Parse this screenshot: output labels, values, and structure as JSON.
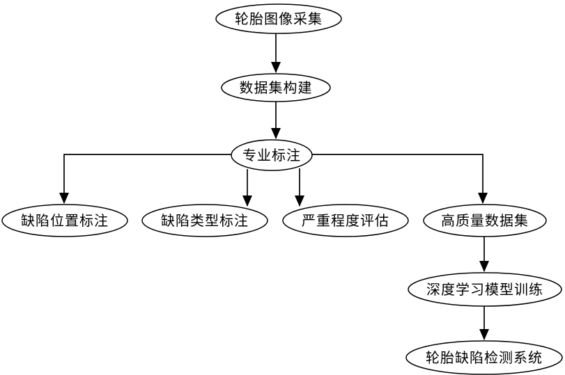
{
  "diagram": {
    "type": "flowchart",
    "nodes": [
      {
        "id": "tire-image-acquisition",
        "label": "轮胎图像采集"
      },
      {
        "id": "dataset-construction",
        "label": "数据集构建"
      },
      {
        "id": "professional-annotation",
        "label": "专业标注"
      },
      {
        "id": "defect-location-annotation",
        "label": "缺陷位置标注"
      },
      {
        "id": "defect-type-annotation",
        "label": "缺陷类型标注"
      },
      {
        "id": "severity-assessment",
        "label": "严重程度评估"
      },
      {
        "id": "high-quality-dataset",
        "label": "高质量数据集"
      },
      {
        "id": "deep-learning-model-training",
        "label": "深度学习模型训练"
      },
      {
        "id": "tire-defect-detection-system",
        "label": "轮胎缺陷检测系统"
      }
    ],
    "edges": [
      {
        "from": "tire-image-acquisition",
        "to": "dataset-construction"
      },
      {
        "from": "dataset-construction",
        "to": "professional-annotation"
      },
      {
        "from": "professional-annotation",
        "to": "defect-location-annotation"
      },
      {
        "from": "professional-annotation",
        "to": "defect-type-annotation"
      },
      {
        "from": "professional-annotation",
        "to": "severity-assessment"
      },
      {
        "from": "professional-annotation",
        "to": "high-quality-dataset"
      },
      {
        "from": "high-quality-dataset",
        "to": "deep-learning-model-training"
      },
      {
        "from": "deep-learning-model-training",
        "to": "tire-defect-detection-system"
      }
    ],
    "colors": {
      "stroke": "#000000",
      "text": "#000000",
      "node_fill": "#ffffff",
      "background": "#ffffff"
    }
  }
}
